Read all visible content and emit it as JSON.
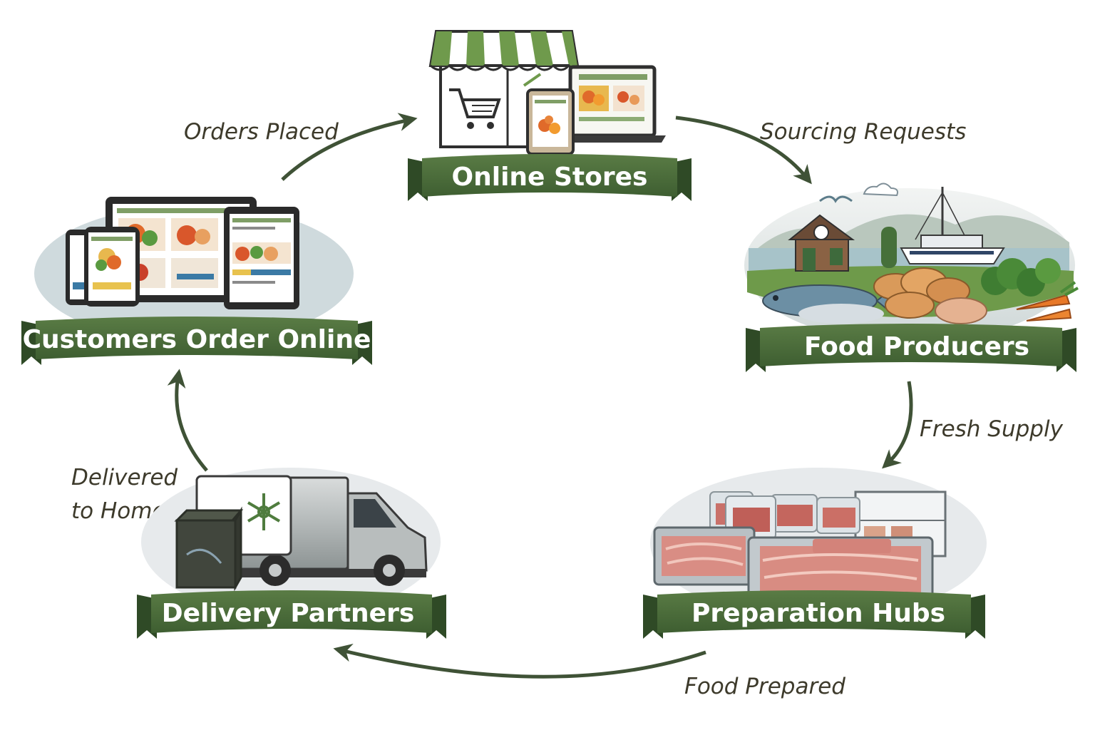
{
  "colors": {
    "banner": "#4a6b3a",
    "banner_dark": "#2f4a26",
    "arrow": "#3f5236",
    "label_text": "#3d3a2b",
    "accent_green": "#6f9a4c"
  },
  "nodes": [
    {
      "id": "online-stores",
      "label": "Online Stores",
      "icon": "storefront-laptop-tablet-icon"
    },
    {
      "id": "food-producers",
      "label": "Food Producers",
      "icon": "farm-boat-produce-icon"
    },
    {
      "id": "preparation-hubs",
      "label": "Preparation Hubs",
      "icon": "meat-trays-icon"
    },
    {
      "id": "delivery-partners",
      "label": "Delivery Partners",
      "icon": "refrigerated-truck-icon"
    },
    {
      "id": "customers",
      "label": "Customers Order Online",
      "icon": "devices-icon"
    }
  ],
  "flows": [
    {
      "id": "orders-placed",
      "from": "customers",
      "to": "online-stores",
      "label": "Orders Placed"
    },
    {
      "id": "sourcing-requests",
      "from": "online-stores",
      "to": "food-producers",
      "label": "Sourcing Requests"
    },
    {
      "id": "fresh-supply",
      "from": "food-producers",
      "to": "preparation-hubs",
      "label": "Fresh Supply"
    },
    {
      "id": "food-prepared",
      "from": "preparation-hubs",
      "to": "delivery-partners",
      "label": "Food Prepared"
    },
    {
      "id": "delivered-to-home",
      "from": "delivery-partners",
      "to": "customers",
      "label_line1": "Delivered",
      "label_line2": "to Home"
    }
  ]
}
